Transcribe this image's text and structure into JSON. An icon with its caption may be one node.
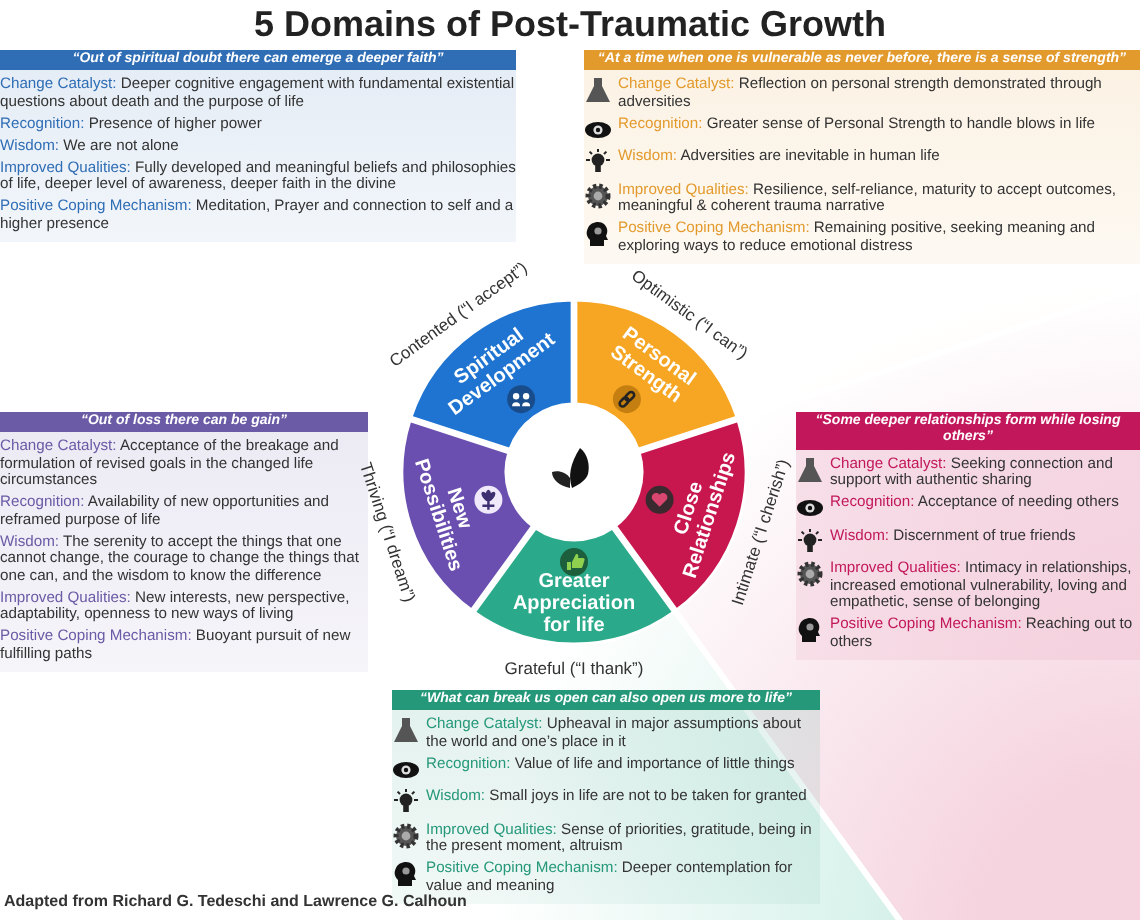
{
  "diagram": {
    "title": "5 Domains of Post-Traumatic Growth",
    "nodes": [
      {
        "text": [
          "“Out of spiritual doubt there can emerge a deeper faith”",
          "**Change Catalyst:** Deeper cognitive engagement with fundamental existential questions about death and the purpose of life",
          "**Recognition:** Presence of higher power",
          "**Wisdom:** We are not alone",
          "**Improved Qualities:** Fully developed and meaningful beliefs and philosophies of life, deeper level of awareness, deeper faith in the divine",
          "**Positive Coping Mechanism:** Meditation, Prayer and connection to self and a higher presence"
        ]
      },
      {
        "text": [
          "“At a time when one is vulnerable as never before, there is a sense of strength”",
          "**Change Catalyst:** Reflection on personal strength demonstrated through adversities",
          "**Recognition:** Greater sense of Personal Strength to handle blows in life",
          "**Wisdom:** Adversities are inevitable in human life",
          "**Improved Qualities:** Resilience, self-reliance, maturity to accept outcomes, meaningful & coherent trauma narrative",
          "**Positive Coping Mechanism:** Remaining positive, seeking meaning and exploring ways to reduce emotional distress"
        ]
      },
      {
        "text": [
          "Spiritual Development"
        ],
        "beside": [
          "Contented (“I accept”)"
        ]
      },
      {
        "text": [
          "Personal Strength"
        ],
        "beside": [
          "Optimistic (“I can”)"
        ]
      },
      {
        "text": [
          "“Out of loss there can be gain”",
          "**Change Catalyst:** Acceptance of the breakage and formulation of revised goals in the changed life circumstances",
          "**Recognition:** Availability of new opportunities and reframed purpose of life",
          "**Wisdom:** The serenity to accept the things that one cannot change, the courage to change the things that one can, and the wisdom to know the difference",
          "**Improved Qualities:** New interests, new perspective, adaptability, openness to new ways of living",
          "**Positive Coping Mechanism:** Buoyant pursuit of new fulfilling paths"
        ]
      },
      {
        "text": [
          "New Possibilities"
        ],
        "beside": [
          "Thriving (“I dream”)"
        ]
      },
      {
        "text": [
          "Close Relationships"
        ],
        "beside": [
          "Intimate (“I cherish”)"
        ]
      },
      {
        "text": [
          "“Some deeper relationships form while losing others”",
          "**Change Catalyst:** Seeking connection and support with authentic sharing",
          "**Recognition:** Acceptance of needing others",
          "**Wisdom:** Discernment of true friends",
          "**Improved Qualities:** Intimacy in relationships, increased emotional vulnerability, loving and empathetic, sense of belonging",
          "**Positive Coping Mechanism:** Reaching out to others"
        ]
      },
      {
        "text": [
          "Greater Appreciation for life"
        ],
        "beside": [
          "Grateful (“I thank”)"
        ]
      },
      {
        "text": [
          "“What can break us open can also open us more to life”",
          "**Change Catalyst:** Upheaval in major assumptions about the world and one’s place in it",
          "**Recognition:** Value of life and importance of little things",
          "**Wisdom:** Small joys in life are not to be taken for granted",
          "**Improved Qualities:** Sense of priorities, gratitude, being in the present moment, altruism",
          "**Positive Coping Mechanism:** Deeper contemplation for value and meaning"
        ]
      }
    ],
    "labels": [
      "Adapted from Richard G. Tedeschi and Lawrence G. Calhoun"
    ]
  }
}
